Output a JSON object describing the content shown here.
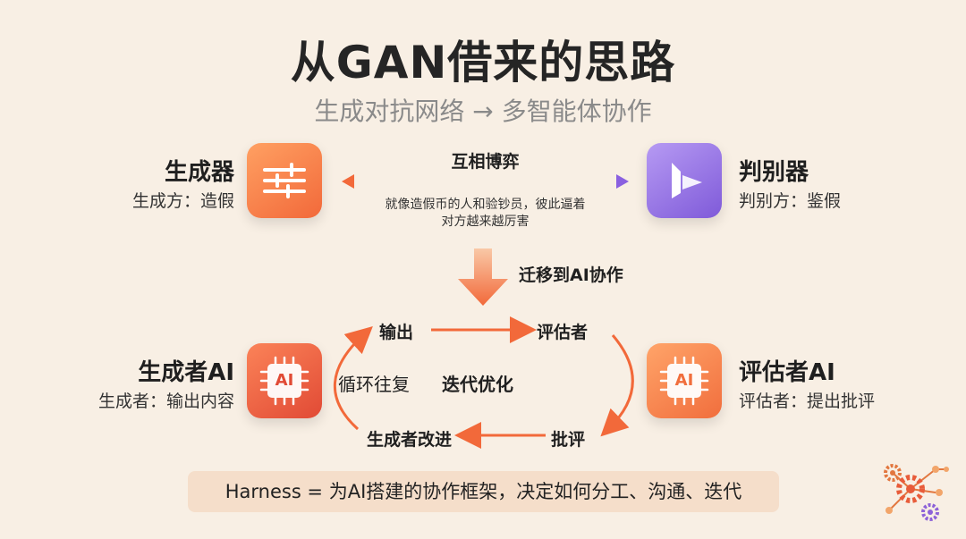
{
  "title": "从GAN借来的思路",
  "subtitle": "生成对抗网络 → 多智能体协作",
  "gan": {
    "generator": {
      "name": "生成器",
      "role": "生成方：造假"
    },
    "discriminator": {
      "name": "判别器",
      "role": "判别方：鉴假"
    },
    "relation": "互相博弈",
    "analogy_line1": "就像造假币的人和验钞员，彼此逼着",
    "analogy_line2": "对方越来越厉害"
  },
  "transfer_label": "迁移到AI协作",
  "ai": {
    "generator": {
      "name": "生成者AI",
      "role": "生成者：输出内容",
      "chip_text": "AI"
    },
    "evaluator": {
      "name": "评估者AI",
      "role": "评估者：提出批评",
      "chip_text": "AI"
    },
    "cycle": {
      "output": "输出",
      "evaluator": "评估者",
      "critique": "批评",
      "improve": "生成者改进",
      "loop": "循环往复",
      "iterate": "迭代优化"
    }
  },
  "harness_text": "Harness = 为AI搭建的协作框架，决定如何分工、沟通、迭代",
  "colors": {
    "orange": "#f2693a",
    "purple": "#7f5ad9",
    "background": "#f8efe4",
    "harness_bg": "#f5deca"
  },
  "icons": {
    "generator": "sliders-icon",
    "discriminator": "play-icon",
    "ai_chip": "chip-icon",
    "corner": "gears-network-icon"
  }
}
